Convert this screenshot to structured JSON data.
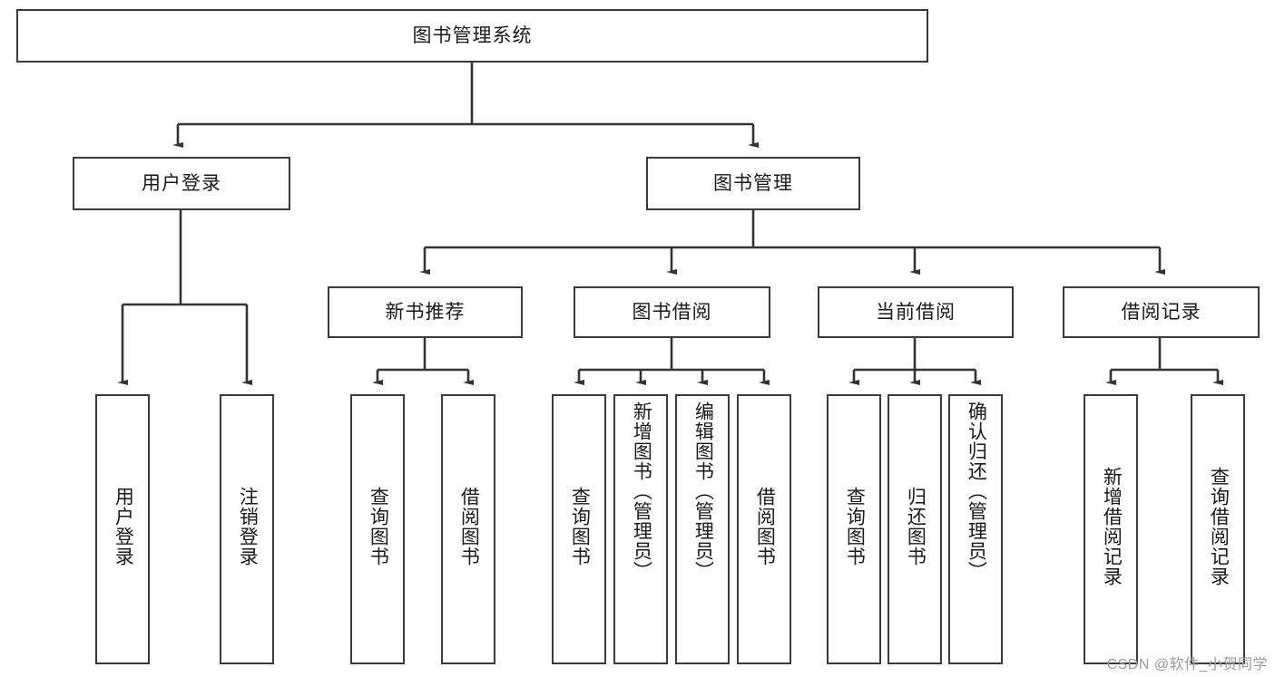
{
  "diagram": {
    "title": "图书管理系统",
    "type": "functional-structure-tree",
    "orientation": "top-down",
    "levels": 4,
    "root": {
      "id": "root",
      "label": "图书管理系统",
      "text_orientation": "horizontal"
    },
    "level2": [
      {
        "id": "user-login",
        "label": "用户登录",
        "text_orientation": "horizontal"
      },
      {
        "id": "book-manage",
        "label": "图书管理",
        "text_orientation": "horizontal"
      }
    ],
    "level3": [
      {
        "id": "new-book-recommend",
        "label": "新书推荐",
        "parent": "book-manage",
        "text_orientation": "horizontal"
      },
      {
        "id": "book-borrow",
        "label": "图书借阅",
        "parent": "book-manage",
        "text_orientation": "horizontal"
      },
      {
        "id": "current-borrow",
        "label": "当前借阅",
        "parent": "book-manage",
        "text_orientation": "horizontal"
      },
      {
        "id": "borrow-record",
        "label": "借阅记录",
        "parent": "book-manage",
        "text_orientation": "horizontal"
      }
    ],
    "leaves": {
      "user-login": [
        {
          "id": "leaf-user-login",
          "label": "用户登录"
        },
        {
          "id": "leaf-user-logout",
          "label": "注销登录"
        }
      ],
      "new-book-recommend": [
        {
          "id": "leaf-nbr-query-book",
          "label": "查询图书"
        },
        {
          "id": "leaf-nbr-borrow-book",
          "label": "借阅图书"
        }
      ],
      "book-borrow": [
        {
          "id": "leaf-bb-query-book",
          "label": "查询图书"
        },
        {
          "id": "leaf-bb-add-book",
          "label": "新增图书（管理员）"
        },
        {
          "id": "leaf-bb-edit-book",
          "label": "编辑图书（管理员）"
        },
        {
          "id": "leaf-bb-borrow-book",
          "label": "借阅图书"
        }
      ],
      "current-borrow": [
        {
          "id": "leaf-cb-query-book",
          "label": "查询图书"
        },
        {
          "id": "leaf-cb-return-book",
          "label": "归还图书"
        },
        {
          "id": "leaf-cb-confirm-return",
          "label": "确认归还（管理员）"
        }
      ],
      "borrow-record": [
        {
          "id": "leaf-br-add-record",
          "label": "新增借阅记录"
        },
        {
          "id": "leaf-br-query-record",
          "label": "查询借阅记录"
        }
      ]
    }
  },
  "watermark": {
    "text": "CSDN @软件_小贺同学"
  },
  "colors": {
    "box_border": "#3a3a3a",
    "box_fill": "#ffffff",
    "line": "#333333",
    "text": "#1a1a1a",
    "watermark": "#9a9a9a",
    "page_background": "#ffffff"
  }
}
